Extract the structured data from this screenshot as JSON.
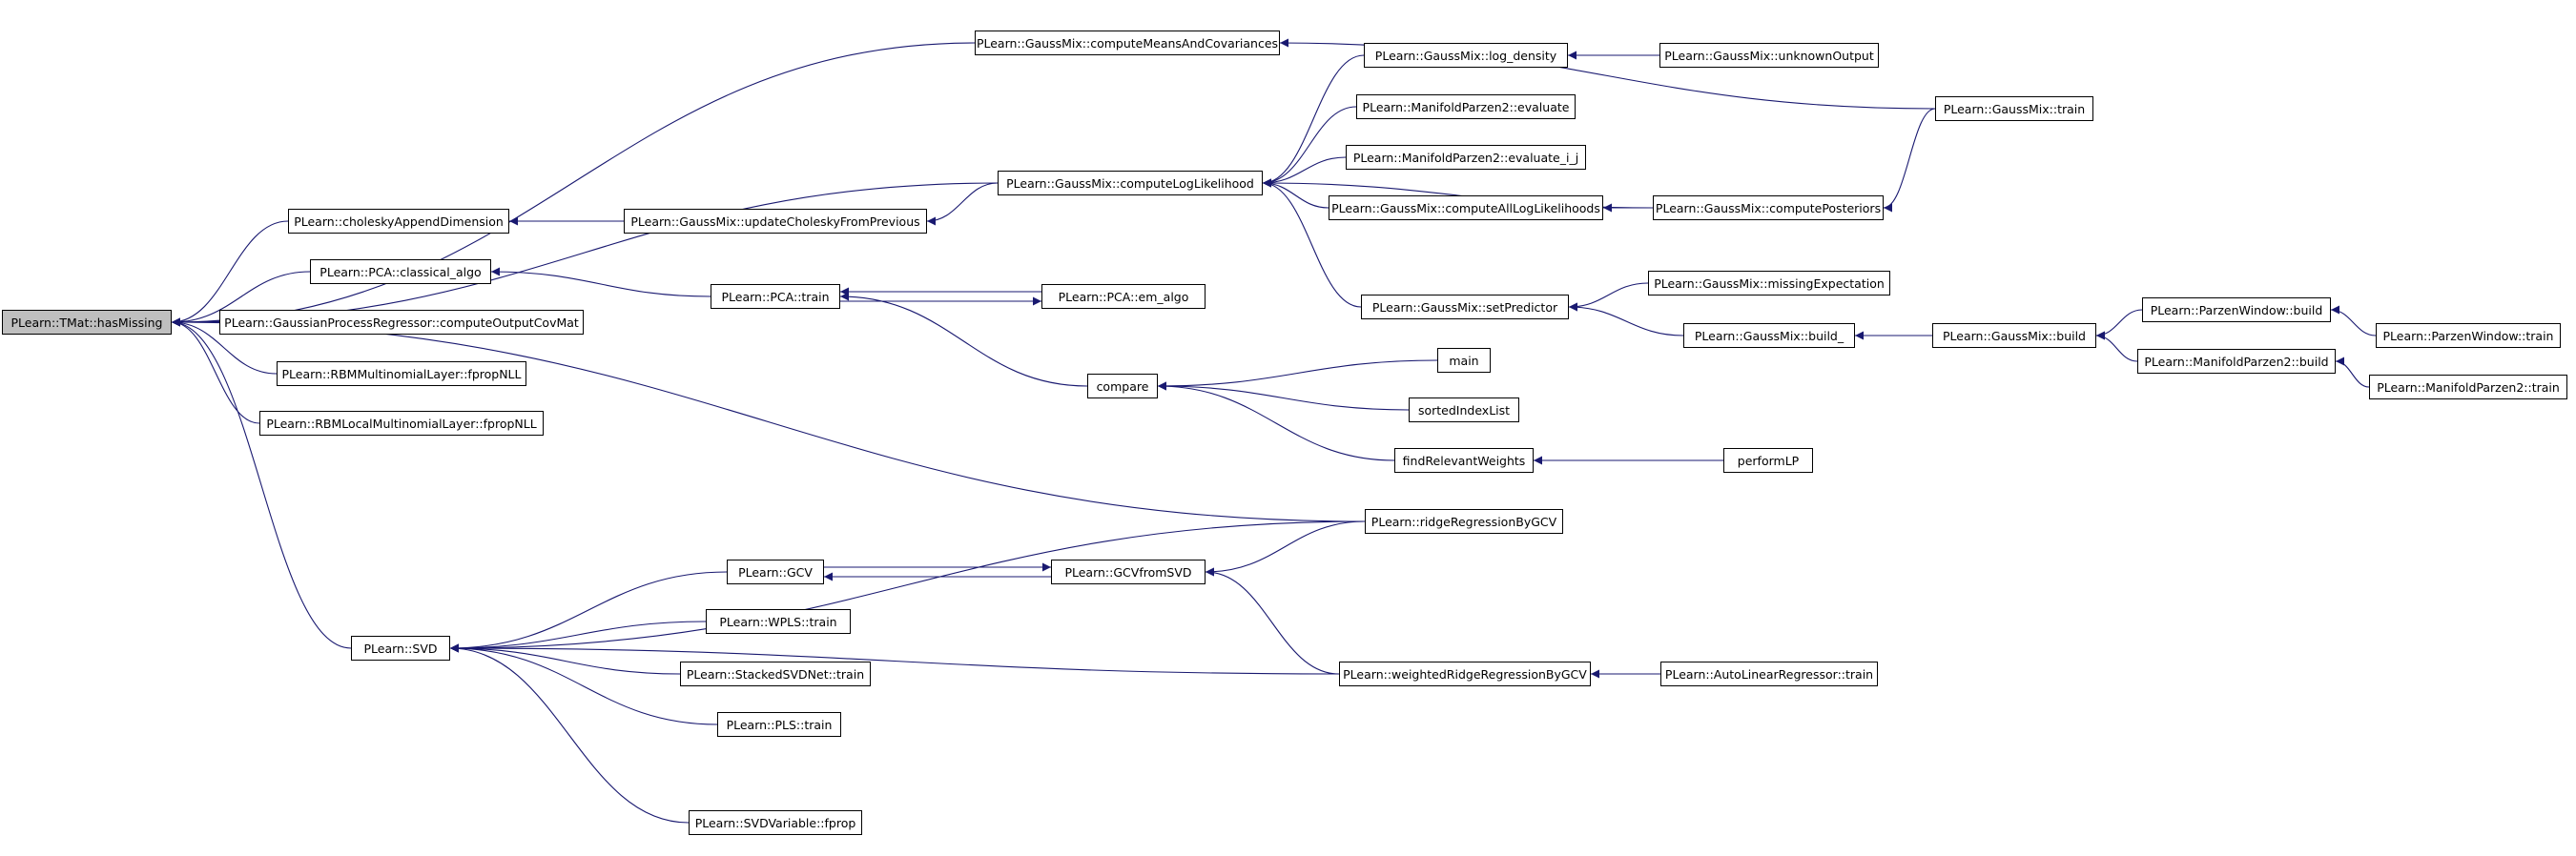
{
  "diagram": {
    "type": "call-graph",
    "colors": {
      "edge": "#191970",
      "node_border": "#000000",
      "node_fill": "#ffffff",
      "root_fill": "#bfbfbf"
    },
    "nodes": [
      {
        "id": "hasMissing",
        "label": "PLearn::TMat::hasMissing",
        "root": true
      },
      {
        "id": "computeMeansAndCovariances",
        "label": "PLearn::GaussMix::computeMeansAndCovariances"
      },
      {
        "id": "choleskyAppendDimension",
        "label": "PLearn::choleskyAppendDimension"
      },
      {
        "id": "pcaClassical",
        "label": "PLearn::PCA::classical_algo"
      },
      {
        "id": "gprComputeOutputCovMat",
        "label": "PLearn::GaussianProcessRegressor::computeOutputCovMat"
      },
      {
        "id": "rbmMultinomialFpropNLL",
        "label": "PLearn::RBMMultinomialLayer::fpropNLL"
      },
      {
        "id": "rbmLocalMultinomialFpropNLL",
        "label": "PLearn::RBMLocalMultinomialLayer::fpropNLL"
      },
      {
        "id": "svd",
        "label": "PLearn::SVD"
      },
      {
        "id": "updateCholesky",
        "label": "PLearn::GaussMix::updateCholeskyFromPrevious"
      },
      {
        "id": "pcaTrain",
        "label": "PLearn::PCA::train"
      },
      {
        "id": "gcv",
        "label": "PLearn::GCV"
      },
      {
        "id": "wplsTrain",
        "label": "PLearn::WPLS::train"
      },
      {
        "id": "stackedSvdTrain",
        "label": "PLearn::StackedSVDNet::train"
      },
      {
        "id": "plsTrain",
        "label": "PLearn::PLS::train"
      },
      {
        "id": "svdVariableFprop",
        "label": "PLearn::SVDVariable::fprop"
      },
      {
        "id": "computeLogLikelihood",
        "label": "PLearn::GaussMix::computeLogLikelihood"
      },
      {
        "id": "pcaEmAlgo",
        "label": "PLearn::PCA::em_algo"
      },
      {
        "id": "compare",
        "label": "compare"
      },
      {
        "id": "gcvFromSvd",
        "label": "PLearn::GCVfromSVD"
      },
      {
        "id": "logDensity",
        "label": "PLearn::GaussMix::log_density"
      },
      {
        "id": "mp2Evaluate",
        "label": "PLearn::ManifoldParzen2::evaluate"
      },
      {
        "id": "mp2EvaluateIJ",
        "label": "PLearn::ManifoldParzen2::evaluate_i_j"
      },
      {
        "id": "computeAllLogLikelihoods",
        "label": "PLearn::GaussMix::computeAllLogLikelihoods"
      },
      {
        "id": "setPredictor",
        "label": "PLearn::GaussMix::setPredictor"
      },
      {
        "id": "main",
        "label": "main"
      },
      {
        "id": "sortedIndexList",
        "label": "sortedIndexList"
      },
      {
        "id": "findRelevantWeights",
        "label": "findRelevantWeights"
      },
      {
        "id": "ridgeRegressionByGCV",
        "label": "PLearn::ridgeRegressionByGCV"
      },
      {
        "id": "weightedRidgeRegressionByGCV",
        "label": "PLearn::weightedRidgeRegressionByGCV"
      },
      {
        "id": "unknownOutput",
        "label": "PLearn::GaussMix::unknownOutput"
      },
      {
        "id": "computePosteriors",
        "label": "PLearn::GaussMix::computePosteriors"
      },
      {
        "id": "missingExpectation",
        "label": "PLearn::GaussMix::missingExpectation"
      },
      {
        "id": "build_",
        "label": "PLearn::GaussMix::build_"
      },
      {
        "id": "performLP",
        "label": "performLP"
      },
      {
        "id": "autoLinearTrain",
        "label": "PLearn::AutoLinearRegressor::train"
      },
      {
        "id": "gaussMixTrain",
        "label": "PLearn::GaussMix::train"
      },
      {
        "id": "gaussMixBuild",
        "label": "PLearn::GaussMix::build"
      },
      {
        "id": "parzenBuild",
        "label": "PLearn::ParzenWindow::build"
      },
      {
        "id": "mp2Build",
        "label": "PLearn::ManifoldParzen2::build"
      },
      {
        "id": "parzenTrain",
        "label": "PLearn::ParzenWindow::train"
      },
      {
        "id": "mp2Train",
        "label": "PLearn::ManifoldParzen2::train"
      }
    ],
    "edges": [
      {
        "from": "computeMeansAndCovariances",
        "to": "hasMissing"
      },
      {
        "from": "computeLogLikelihood",
        "to": "hasMissing"
      },
      {
        "from": "choleskyAppendDimension",
        "to": "hasMissing"
      },
      {
        "from": "pcaClassical",
        "to": "hasMissing"
      },
      {
        "from": "gprComputeOutputCovMat",
        "to": "hasMissing"
      },
      {
        "from": "rbmMultinomialFpropNLL",
        "to": "hasMissing"
      },
      {
        "from": "rbmLocalMultinomialFpropNLL",
        "to": "hasMissing"
      },
      {
        "from": "ridgeRegressionByGCV",
        "to": "hasMissing"
      },
      {
        "from": "svd",
        "to": "hasMissing"
      },
      {
        "from": "gaussMixTrain",
        "to": "computeMeansAndCovariances"
      },
      {
        "from": "updateCholesky",
        "to": "choleskyAppendDimension"
      },
      {
        "from": "computeLogLikelihood",
        "to": "updateCholesky"
      },
      {
        "from": "pcaTrain",
        "to": "pcaClassical"
      },
      {
        "from": "pcaEmAlgo",
        "to": "pcaTrain"
      },
      {
        "from": "pcaTrain",
        "to": "pcaEmAlgo"
      },
      {
        "from": "compare",
        "to": "pcaTrain"
      },
      {
        "from": "logDensity",
        "to": "computeLogLikelihood"
      },
      {
        "from": "mp2Evaluate",
        "to": "computeLogLikelihood"
      },
      {
        "from": "mp2EvaluateIJ",
        "to": "computeLogLikelihood"
      },
      {
        "from": "computeAllLogLikelihoods",
        "to": "computeLogLikelihood"
      },
      {
        "from": "computePosteriors",
        "to": "computeLogLikelihood"
      },
      {
        "from": "setPredictor",
        "to": "computeLogLikelihood"
      },
      {
        "from": "unknownOutput",
        "to": "logDensity"
      },
      {
        "from": "computePosteriors",
        "to": "computeAllLogLikelihoods"
      },
      {
        "from": "gaussMixTrain",
        "to": "computePosteriors"
      },
      {
        "from": "missingExpectation",
        "to": "setPredictor"
      },
      {
        "from": "build_",
        "to": "setPredictor"
      },
      {
        "from": "gaussMixBuild",
        "to": "build_"
      },
      {
        "from": "parzenBuild",
        "to": "gaussMixBuild"
      },
      {
        "from": "mp2Build",
        "to": "gaussMixBuild"
      },
      {
        "from": "parzenTrain",
        "to": "parzenBuild"
      },
      {
        "from": "mp2Train",
        "to": "mp2Build"
      },
      {
        "from": "main",
        "to": "compare"
      },
      {
        "from": "sortedIndexList",
        "to": "compare"
      },
      {
        "from": "findRelevantWeights",
        "to": "compare"
      },
      {
        "from": "performLP",
        "to": "findRelevantWeights"
      },
      {
        "from": "ridgeRegressionByGCV",
        "to": "svd"
      },
      {
        "from": "gcv",
        "to": "svd"
      },
      {
        "from": "wplsTrain",
        "to": "svd"
      },
      {
        "from": "stackedSvdTrain",
        "to": "svd"
      },
      {
        "from": "plsTrain",
        "to": "svd"
      },
      {
        "from": "weightedRidgeRegressionByGCV",
        "to": "svd"
      },
      {
        "from": "svdVariableFprop",
        "to": "svd"
      },
      {
        "from": "gcvFromSvd",
        "to": "gcv"
      },
      {
        "from": "gcv",
        "to": "gcvFromSvd"
      },
      {
        "from": "ridgeRegressionByGCV",
        "to": "gcvFromSvd"
      },
      {
        "from": "weightedRidgeRegressionByGCV",
        "to": "gcvFromSvd"
      },
      {
        "from": "autoLinearTrain",
        "to": "weightedRidgeRegressionByGCV"
      }
    ]
  }
}
